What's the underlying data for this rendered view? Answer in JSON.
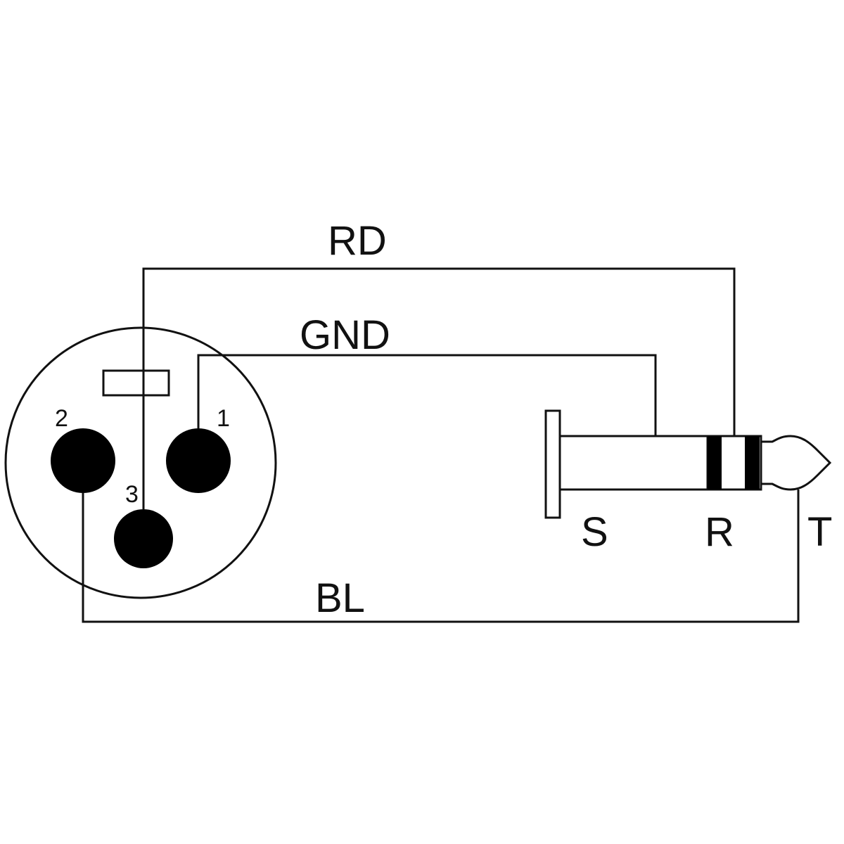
{
  "colors": {
    "line": "#111111",
    "background": "#ffffff",
    "fill": "#000000"
  },
  "wires": {
    "rd": "RD",
    "gnd": "GND",
    "bl": "BL"
  },
  "xlr": {
    "pin1": "1",
    "pin2": "2",
    "pin3": "3"
  },
  "jack": {
    "sleeve": "S",
    "ring": "R",
    "tip": "T"
  }
}
